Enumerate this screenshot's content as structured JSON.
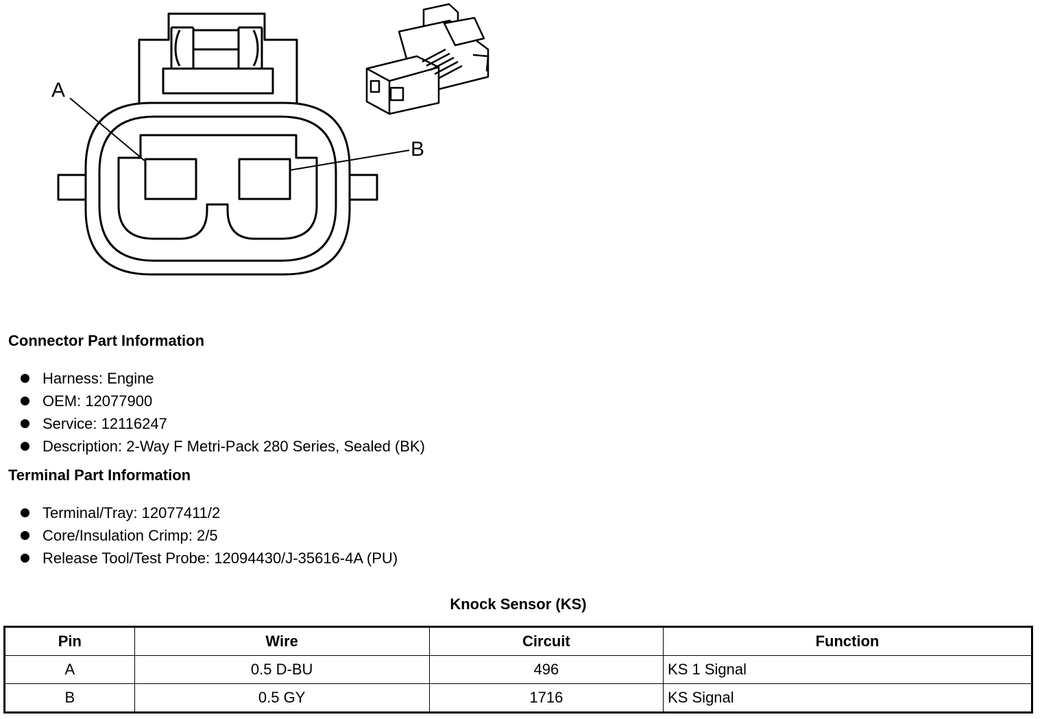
{
  "diagram": {
    "pin_labels": [
      "A",
      "B"
    ]
  },
  "connector_section": {
    "heading": "Connector Part Information",
    "items": [
      "Harness: Engine",
      "OEM: 12077900",
      "Service: 12116247",
      "Description: 2-Way F Metri-Pack 280 Series, Sealed (BK)"
    ]
  },
  "terminal_section": {
    "heading": "Terminal Part Information",
    "items": [
      "Terminal/Tray: 12077411/2",
      "Core/Insulation Crimp: 2/5",
      "Release Tool/Test Probe: 12094430/J-35616-4A (PU)"
    ]
  },
  "table": {
    "title": "Knock Sensor (KS)",
    "headers": [
      "Pin",
      "Wire",
      "Circuit",
      "Function"
    ],
    "rows": [
      [
        "A",
        "0.5 D-BU",
        "496",
        "KS 1 Signal"
      ],
      [
        "B",
        "0.5 GY",
        "1716",
        "KS Signal"
      ]
    ]
  }
}
